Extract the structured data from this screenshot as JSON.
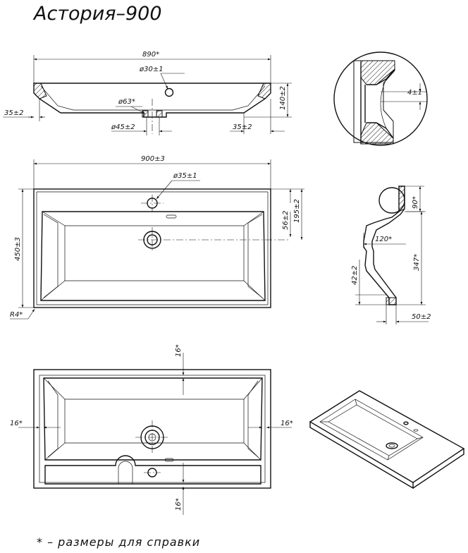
{
  "title": "Астория–900",
  "note": "*  –  размеры  для  справки",
  "section_view": {
    "width_label": "890*",
    "hole_top_label": "ø30±1",
    "drain_label": "ø63*",
    "drain_outer_label": "ø45±2",
    "edge_left_label": "35±2",
    "edge_right_label": "35±2",
    "height_label": "140±2"
  },
  "detail_circle": {
    "thickness_label": "4±1"
  },
  "top_view": {
    "width_label": "900±3",
    "hole_label": "ø35±1",
    "depth_label": "450±3",
    "radius_label": "R4*",
    "dim_56_label": "56±2",
    "dim_195_label": "195±2"
  },
  "side_profile": {
    "dim_90_label": "90*",
    "dim_120_label": "120*",
    "dim_347_label": "347*",
    "dim_42_label": "42±2",
    "dim_50_label": "50±2"
  },
  "bottom_view": {
    "top_margin_label": "16*",
    "left_margin_label": "16*",
    "right_margin_label": "16*",
    "bottom_margin_label": "16*"
  }
}
